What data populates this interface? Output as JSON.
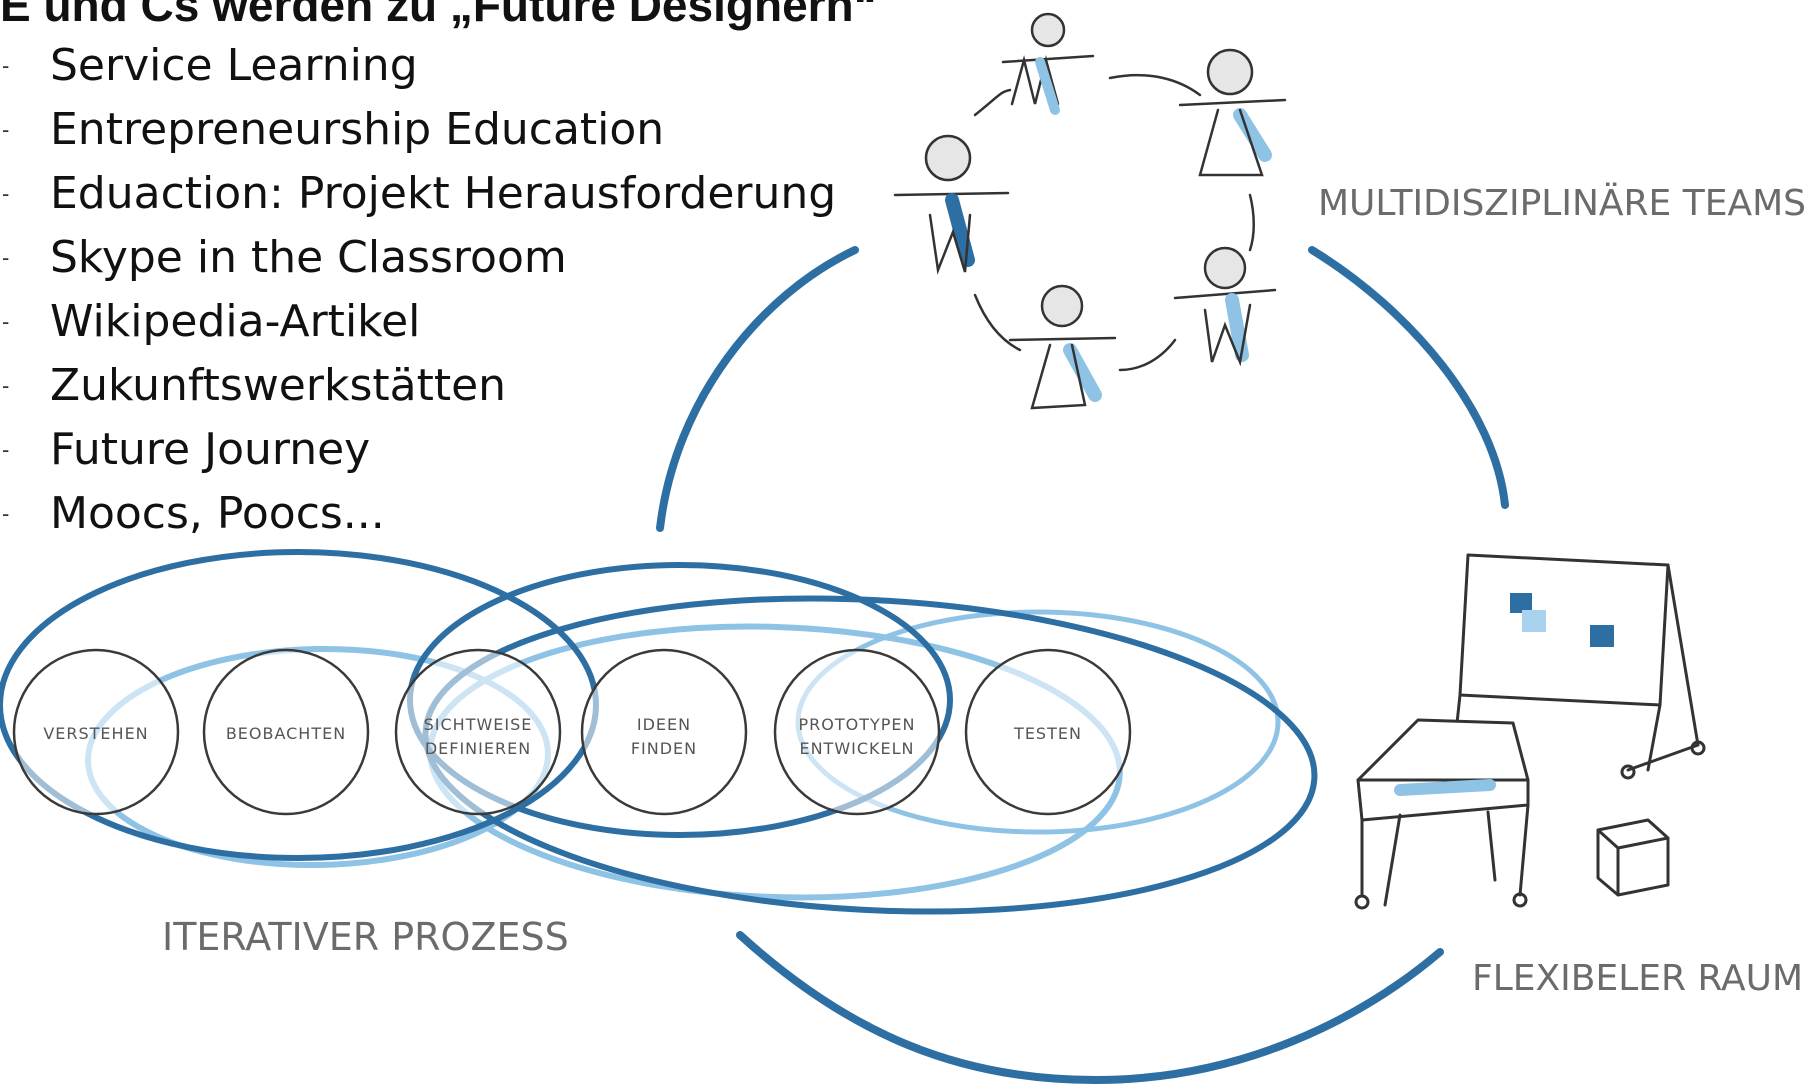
{
  "headline": "E und Cs werden zu „Future Designern“",
  "bullets": [
    {
      "marker": "-",
      "text": "Service Learning"
    },
    {
      "marker": "-",
      "text": "Entrepreneurship Education"
    },
    {
      "marker": "-",
      "text": "Eduaction: Projekt Herausforderung"
    },
    {
      "marker": "-",
      "text": "Skype in the Classroom"
    },
    {
      "marker": "-",
      "text": "Wikipedia-Artikel"
    },
    {
      "marker": "-",
      "text": "Zukunftswerkstätten"
    },
    {
      "marker": "-",
      "text": "Future Journey"
    },
    {
      "marker": "-",
      "text": "Moocs, Poocs..."
    }
  ],
  "labels": {
    "teams": "MULTIDISZIPLINÄRE TEAMS",
    "process": "ITERATIVER PROZESS",
    "room": "FLEXIBELER RAUM"
  },
  "process_steps": [
    {
      "line1": "VERSTEHEN",
      "line2": ""
    },
    {
      "line1": "BEOBACHTEN",
      "line2": ""
    },
    {
      "line1": "SICHTWEISE",
      "line2": "DEFINIEREN"
    },
    {
      "line1": "IDEEN",
      "line2": "FINDEN"
    },
    {
      "line1": "PROTOTYPEN",
      "line2": "ENTWICKELN"
    },
    {
      "line1": "TESTEN",
      "line2": ""
    }
  ],
  "colors": {
    "dark_blue": "#2e6fa3",
    "light_blue": "#8fc3e6",
    "ink": "#333333",
    "label_gray": "#6b6b6b"
  }
}
